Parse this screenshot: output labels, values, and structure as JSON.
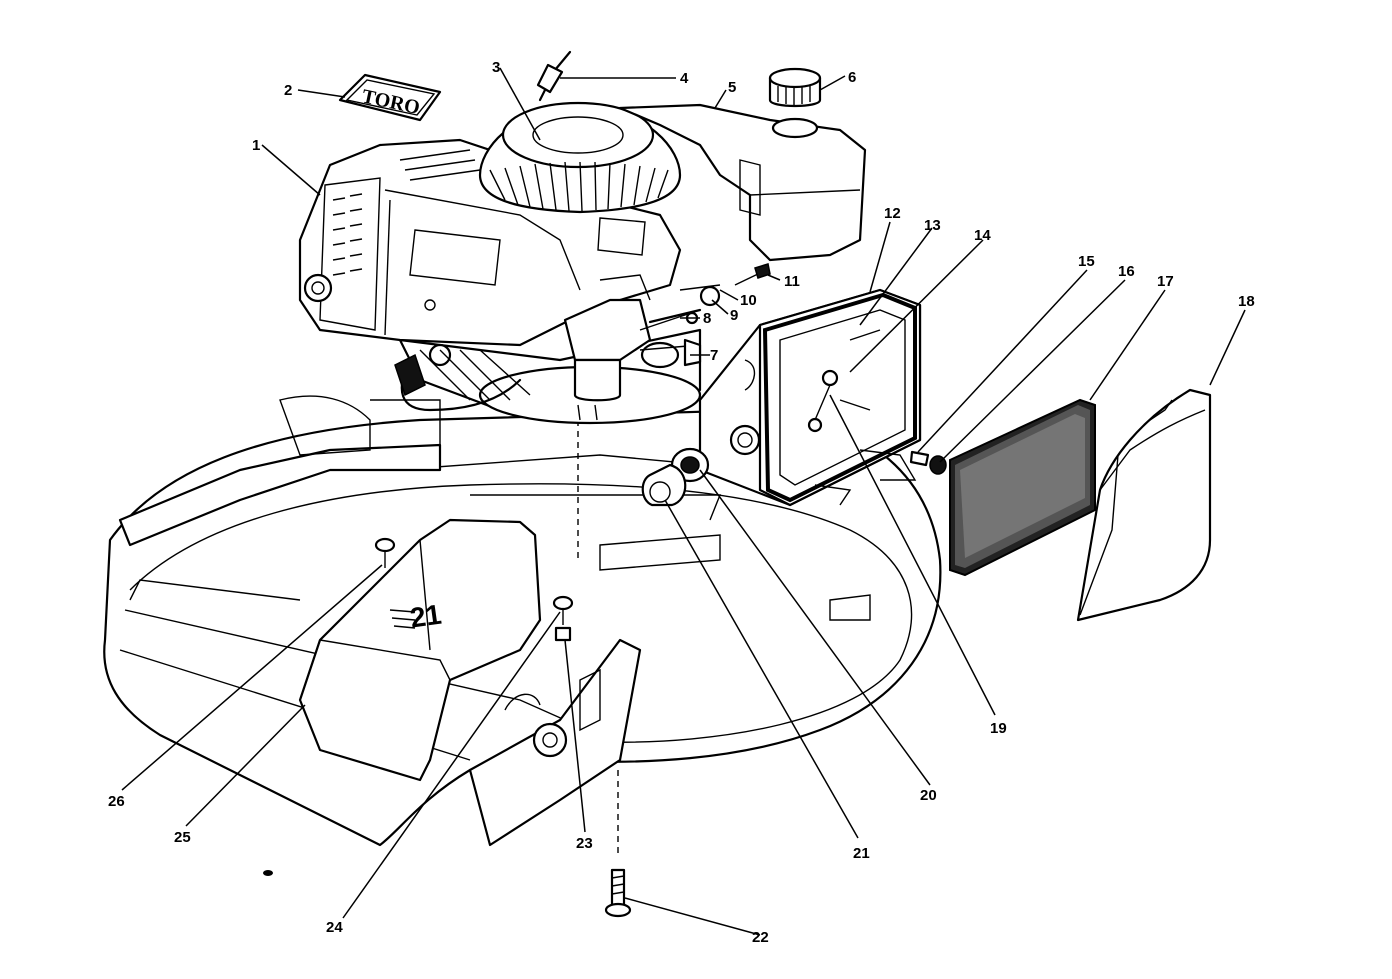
{
  "diagram": {
    "logo_text": "TORO",
    "shroud_text": "21",
    "callouts": [
      "1",
      "2",
      "3",
      "4",
      "5",
      "6",
      "7",
      "8",
      "9",
      "10",
      "11",
      "12",
      "13",
      "14",
      "15",
      "16",
      "17",
      "18",
      "19",
      "20",
      "21",
      "22",
      "23",
      "24",
      "25",
      "26"
    ]
  }
}
